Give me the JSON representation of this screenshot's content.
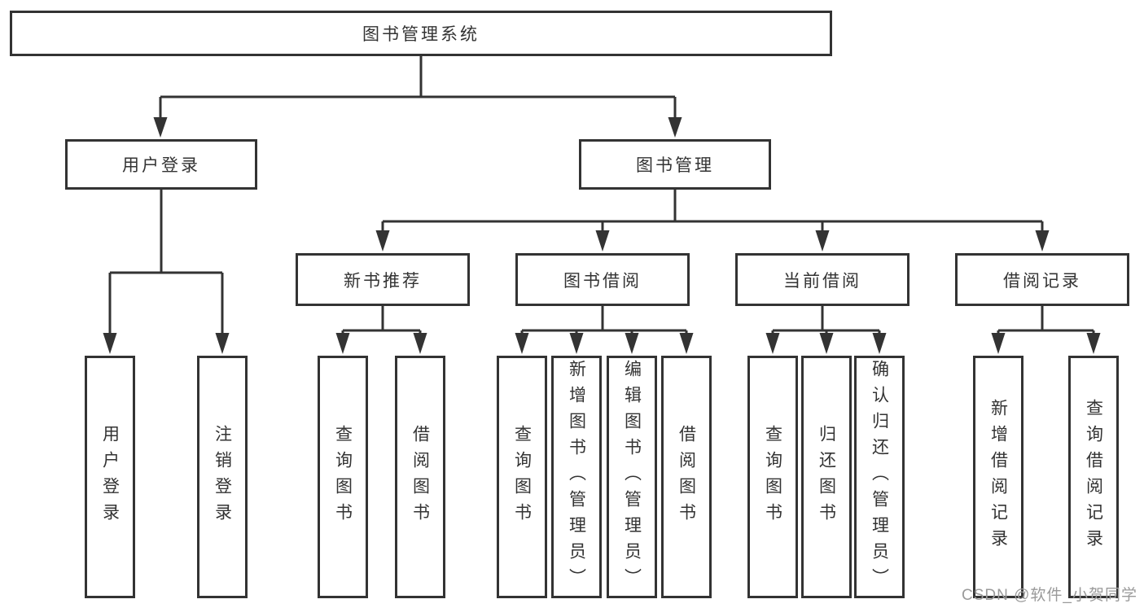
{
  "tree": {
    "label": "图书管理系统",
    "children": [
      {
        "label": "用户登录",
        "children": [
          {
            "label": "用户登录"
          },
          {
            "label": "注销登录"
          }
        ]
      },
      {
        "label": "图书管理",
        "children": [
          {
            "label": "新书推荐",
            "children": [
              {
                "label": "查询图书"
              },
              {
                "label": "借阅图书"
              }
            ]
          },
          {
            "label": "图书借阅",
            "children": [
              {
                "label": "查询图书"
              },
              {
                "label": "新增图书（管理员）"
              },
              {
                "label": "编辑图书（管理员）"
              },
              {
                "label": "借阅图书"
              }
            ]
          },
          {
            "label": "当前借阅",
            "children": [
              {
                "label": "查询图书"
              },
              {
                "label": "归还图书"
              },
              {
                "label": "确认归还（管理员）"
              }
            ]
          },
          {
            "label": "借阅记录",
            "children": [
              {
                "label": "新增借阅记录"
              },
              {
                "label": "查询借阅记录"
              }
            ]
          }
        ]
      }
    ]
  },
  "watermark": {
    "label": "CSDN @软件_小贺同学"
  },
  "colors": {
    "line": "#333333",
    "text": "#333333",
    "box_background": "#ffffff",
    "page_background": "#ffffff",
    "watermark": "#9a9a9a"
  }
}
